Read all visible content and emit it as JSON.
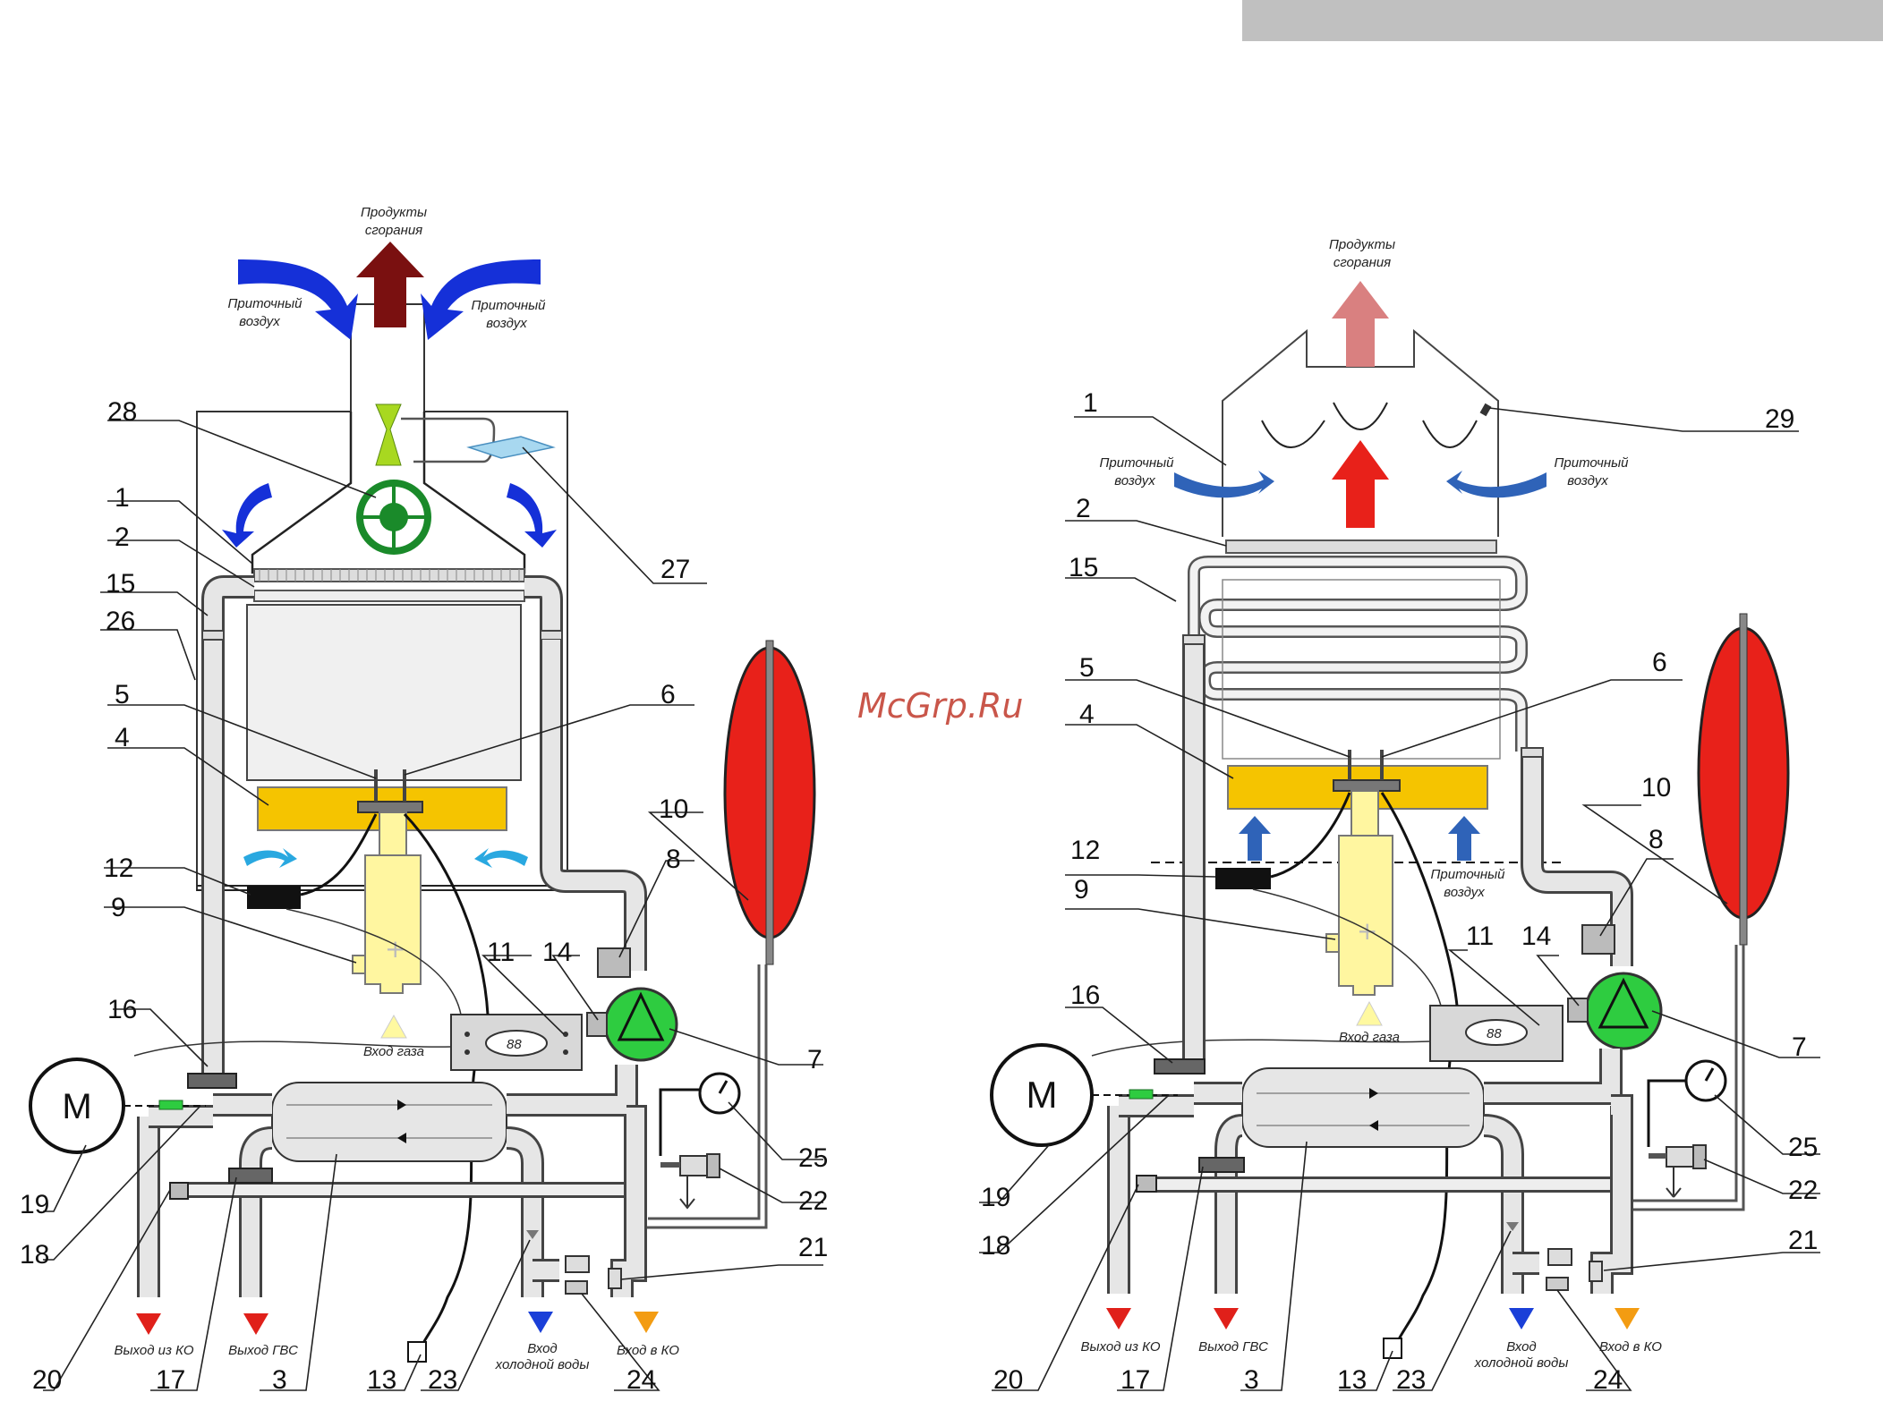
{
  "header_bar_color": "#c0c0c0",
  "watermark": "McGrp.Ru",
  "colors": {
    "burner": "#f5c400",
    "tank": "#e8211a",
    "pump": "#2ecc40",
    "fan": "#1a8a2a",
    "air_arrow_left": "#1530d8",
    "air_arrow_right": "#2f63b8",
    "exhaust_left": "#7a1010",
    "exhaust_right": "#e74c3c",
    "hot_marker": "#e0201a",
    "cold_marker": "#1a3fd8",
    "return_marker": "#f39c12"
  },
  "left": {
    "labels": {
      "exhaust": [
        "Продукты",
        "сгорания"
      ],
      "air_left": [
        "Приточный",
        "воздух"
      ],
      "air_right": [
        "Приточный",
        "воздух"
      ],
      "gas_in": "Вход газа",
      "out_ko": "Выход из КО",
      "out_gvs": "Выход ГВС",
      "cold_in": [
        "Вход",
        "холодной воды"
      ],
      "ko_in": "Вход в КО",
      "motor": "M",
      "display": "88"
    },
    "callouts": [
      "28",
      "1",
      "2",
      "15",
      "26",
      "5",
      "4",
      "6",
      "27",
      "10",
      "12",
      "8",
      "9",
      "11",
      "14",
      "7",
      "16",
      "25",
      "19",
      "22",
      "18",
      "21",
      "20",
      "17",
      "3",
      "13",
      "23",
      "24"
    ]
  },
  "right": {
    "labels": {
      "exhaust": [
        "Продукты",
        "сгорания"
      ],
      "air_left": [
        "Приточный",
        "воздух"
      ],
      "air_right": [
        "Приточный",
        "воздух"
      ],
      "air_bottom": [
        "Приточный",
        "воздух"
      ],
      "gas_in": "Вход газа",
      "out_ko": "Выход из КО",
      "out_gvs": "Выход ГВС",
      "cold_in": [
        "Вход",
        "холодной воды"
      ],
      "ko_in": "Вход в КО",
      "motor": "M",
      "display": "88"
    },
    "callouts": [
      "1",
      "29",
      "2",
      "15",
      "5",
      "6",
      "4",
      "10",
      "12",
      "8",
      "9",
      "11",
      "14",
      "16",
      "7",
      "19",
      "25",
      "22",
      "18",
      "21",
      "20",
      "17",
      "3",
      "13",
      "23",
      "24"
    ]
  }
}
